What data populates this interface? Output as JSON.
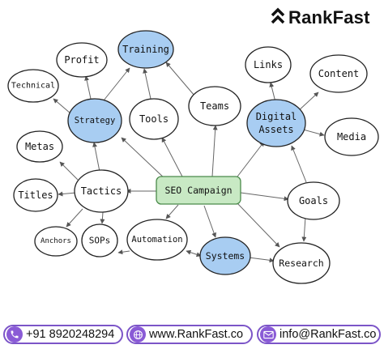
{
  "brand": {
    "name": "RankFast",
    "logo_icon": "double-chevron-up-icon"
  },
  "diagram": {
    "center": "SEO Campaign",
    "nodes": {
      "training": "Training",
      "profit": "Profit",
      "technical": "Technical",
      "strategy": "Strategy",
      "tools": "Tools",
      "teams": "Teams",
      "links": "Links",
      "content": "Content",
      "digital_assets_line1": "Digital",
      "digital_assets_line2": "Assets",
      "media": "Media",
      "metas": "Metas",
      "tactics": "Tactics",
      "titles": "Titles",
      "goals": "Goals",
      "anchors": "Anchors",
      "sops": "SOPs",
      "automation": "Automation",
      "systems": "Systems",
      "research": "Research"
    },
    "colors": {
      "highlight_fill": "#a8cdf2",
      "center_fill": "#c8e9c4",
      "center_stroke": "#4a8a4a",
      "outline": "#222222"
    }
  },
  "footer": {
    "phone": "+91 8920248294",
    "website": "www.RankFast.co",
    "email": "info@RankFast.co",
    "accent": "#7c55c8"
  }
}
